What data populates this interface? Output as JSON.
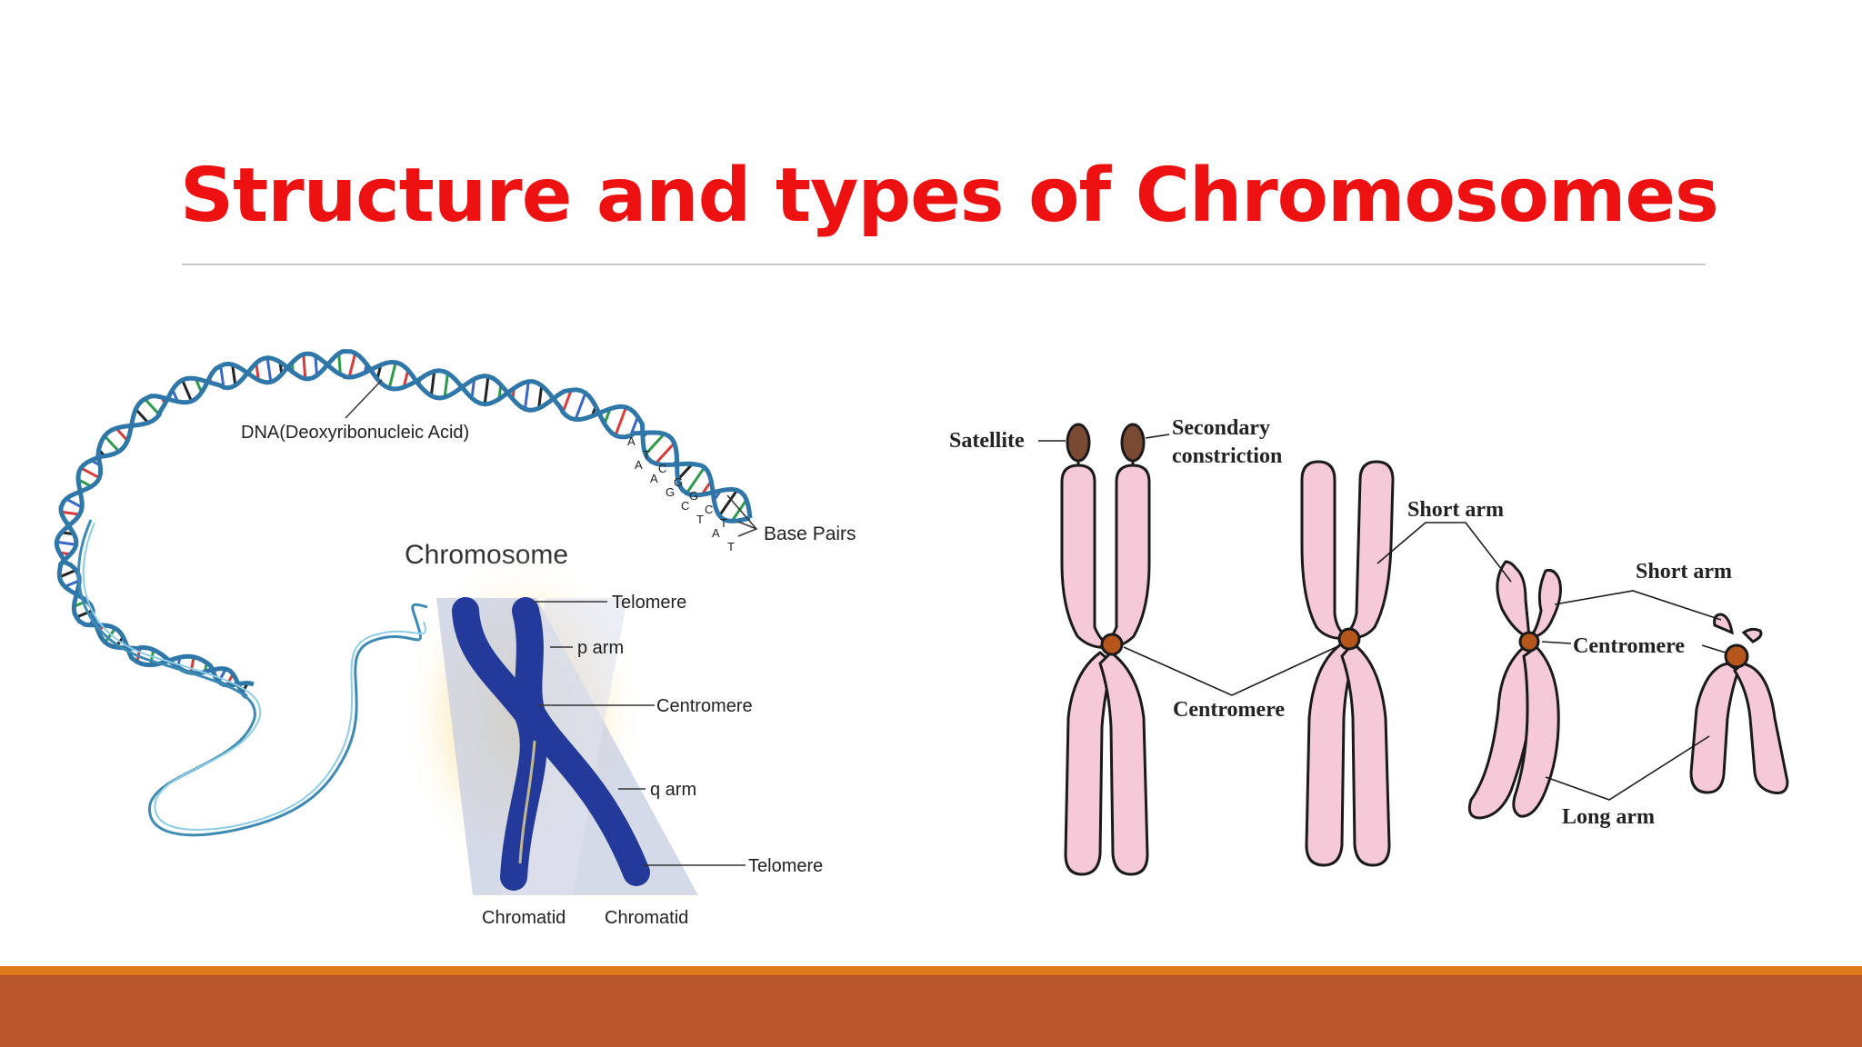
{
  "slide": {
    "title": "Structure and types of Chromosomes",
    "colors": {
      "title": "#ee1111",
      "accent_thin": "#e07a1a",
      "accent_bar": "#b8562c",
      "dna_strand": "#2f77a8",
      "chromosome_blue": "#233a9b",
      "chromosome_pink": "#f6c9d9",
      "centromere": "#b5561d",
      "satellite": "#7a4a33"
    }
  },
  "left_diagram": {
    "dna_label": "DNA(Deoxyribonucleic Acid)",
    "base_pairs_label": "Base Pairs",
    "chromosome_heading": "Chromosome",
    "bases": [
      "A",
      "T",
      "C",
      "G",
      "G",
      "C",
      "T",
      "A",
      "A",
      "G",
      "C",
      "T",
      "A",
      "T"
    ],
    "labels": {
      "telomere_top": "Telomere",
      "p_arm": "p arm",
      "centromere": "Centromere",
      "q_arm": "q arm",
      "telomere_bottom": "Telomere",
      "chromatid_left": "Chromatid",
      "chromatid_right": "Chromatid"
    }
  },
  "right_diagram": {
    "labels": {
      "satellite": "Satellite",
      "secondary_constriction_line1": "Secondary",
      "secondary_constriction_line2": "constriction",
      "short_arm_1": "Short arm",
      "short_arm_2": "Short arm",
      "centromere_1": "Centromere",
      "centromere_2": "Centromere",
      "long_arm": "Long arm"
    }
  }
}
